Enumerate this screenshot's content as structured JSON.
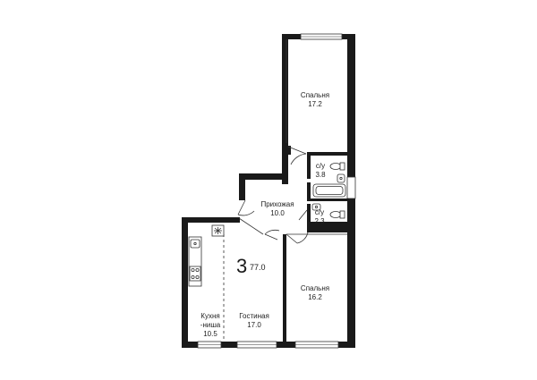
{
  "apartment": {
    "rooms": "3",
    "total_area": "77.0"
  },
  "rooms": {
    "bedroom_top": {
      "name": "Спальня",
      "area": "17.2"
    },
    "bathroom_1": {
      "name": "с/у",
      "area": "3.8"
    },
    "hallway": {
      "name": "Прихожая",
      "area": "10.0"
    },
    "bathroom_2": {
      "name": "с/у",
      "area": "2.3"
    },
    "living": {
      "name": "Гостиная",
      "area": "17.0"
    },
    "kitchen": {
      "name_line1": "Кухня",
      "name_line2": "-ниша",
      "area": "10.5"
    },
    "bedroom_bottom": {
      "name": "Спальня",
      "area": "16.2"
    }
  },
  "colors": {
    "wall": "#1a1a1a",
    "line": "#333333",
    "window": "#ffffff"
  },
  "icons": [
    "toilet-icon",
    "bathtub-icon",
    "sink-icon",
    "stove-icon",
    "kitchen-sink-icon",
    "ventilation-icon"
  ]
}
